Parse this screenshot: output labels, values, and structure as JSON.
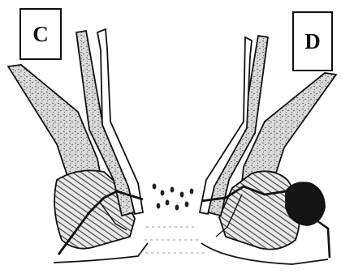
{
  "panels": [
    {
      "id": "left",
      "label": "C"
    },
    {
      "id": "right",
      "label": "D"
    }
  ],
  "colors": {
    "ink": "#111111",
    "tissue_fill": "#e2e2e2",
    "paper": "#ffffff",
    "mass": "#141414"
  }
}
